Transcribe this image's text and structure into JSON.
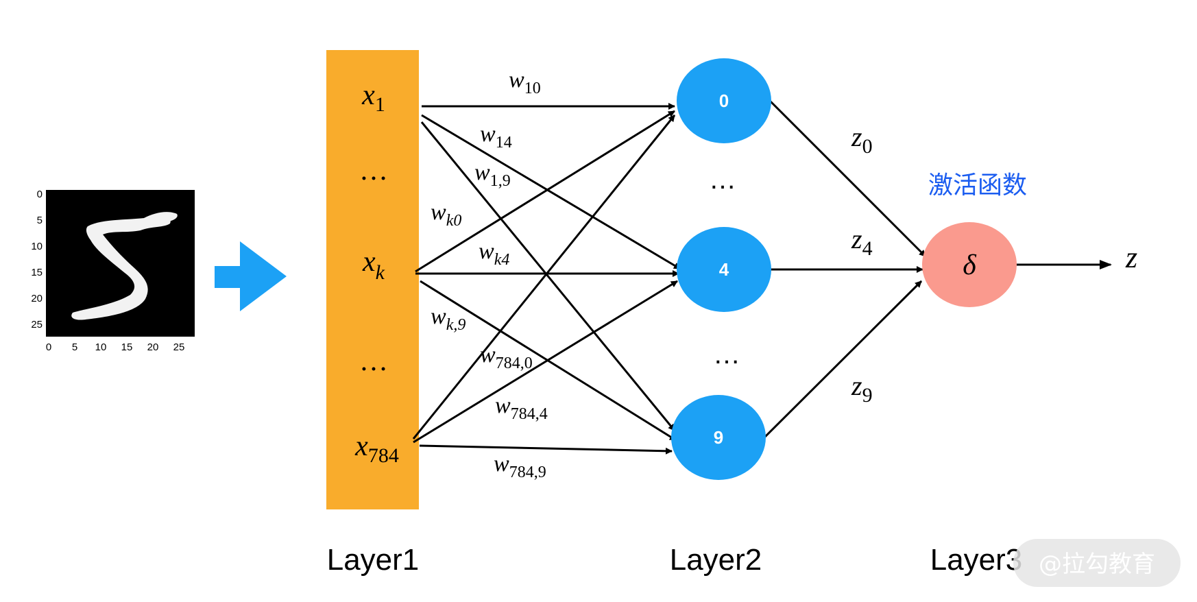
{
  "mnist_plot": {
    "y_ticks": [
      "0",
      "5",
      "10",
      "15",
      "20",
      "25"
    ],
    "x_ticks": [
      "0",
      "5",
      "10",
      "15",
      "20",
      "25"
    ]
  },
  "input_layer": {
    "nodes": [
      "x",
      "…",
      "x",
      "…",
      "x"
    ],
    "node_subscripts": [
      "1",
      "",
      "k",
      "",
      "784"
    ],
    "fill": "#F9AC2C"
  },
  "hidden_layer": {
    "nodes": [
      "0",
      "4",
      "9"
    ],
    "ellipses": [
      "…",
      "…"
    ],
    "fill": "#1CA1F5"
  },
  "weights": [
    {
      "base": "w",
      "sub": "10"
    },
    {
      "base": "w",
      "sub": "14"
    },
    {
      "base": "w",
      "sub": "1,9"
    },
    {
      "base": "w",
      "sub": "k0"
    },
    {
      "base": "w",
      "sub": "k4"
    },
    {
      "base": "w",
      "sub": "k,9"
    },
    {
      "base": "w",
      "sub": "784,0"
    },
    {
      "base": "w",
      "sub": "784,4"
    },
    {
      "base": "w",
      "sub": "784,9"
    }
  ],
  "outputs": [
    {
      "base": "z",
      "sub": "0"
    },
    {
      "base": "z",
      "sub": "4"
    },
    {
      "base": "z",
      "sub": "9"
    }
  ],
  "activation": {
    "label": "激活函数",
    "symbol": "δ",
    "fill": "#FA9A8E",
    "label_color": "#1A5CF0"
  },
  "final_output": "z",
  "layers": [
    "Layer1",
    "Layer2",
    "Layer3"
  ],
  "arrow_color": "#1CA1F5",
  "watermark": "@拉勾教育"
}
